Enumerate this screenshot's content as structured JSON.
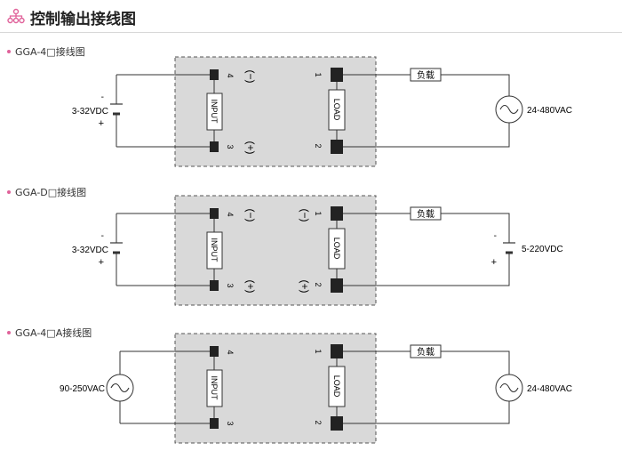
{
  "header": {
    "title": "控制输出接线图"
  },
  "sections": [
    {
      "label": "GGA-4□接线图",
      "input_source": "3-32VDC",
      "input_minus": "-",
      "input_plus": "+",
      "input_block": "INPUT",
      "terminal_4": "4",
      "terminal_3": "3",
      "input_polarity_top": "(−)",
      "input_polarity_bottom": "(+)",
      "output_polarity_top": "",
      "output_polarity_bottom": "",
      "terminal_1": "1",
      "terminal_2": "2",
      "output_block": "LOAD",
      "load_label": "负载",
      "output_source": "24-480VAC"
    },
    {
      "label": "GGA-D□接线图",
      "input_source": "3-32VDC",
      "input_minus": "-",
      "input_plus": "+",
      "input_block": "INPUT",
      "terminal_4": "4",
      "terminal_3": "3",
      "input_polarity_top": "(−)",
      "input_polarity_bottom": "(+)",
      "output_polarity_top": "(−)",
      "output_polarity_bottom": "(+)",
      "terminal_1": "1",
      "terminal_2": "2",
      "output_block": "LOAD",
      "load_label": "负载",
      "output_source": "5-220VDC",
      "output_minus": "-",
      "output_plus": "+"
    },
    {
      "label": "GGA-4□A接线图",
      "input_source": "90-250VAC",
      "input_block": "INPUT",
      "terminal_4": "4",
      "terminal_3": "3",
      "terminal_1": "1",
      "terminal_2": "2",
      "output_block": "LOAD",
      "load_label": "负载",
      "output_source": "24-480VAC"
    }
  ]
}
